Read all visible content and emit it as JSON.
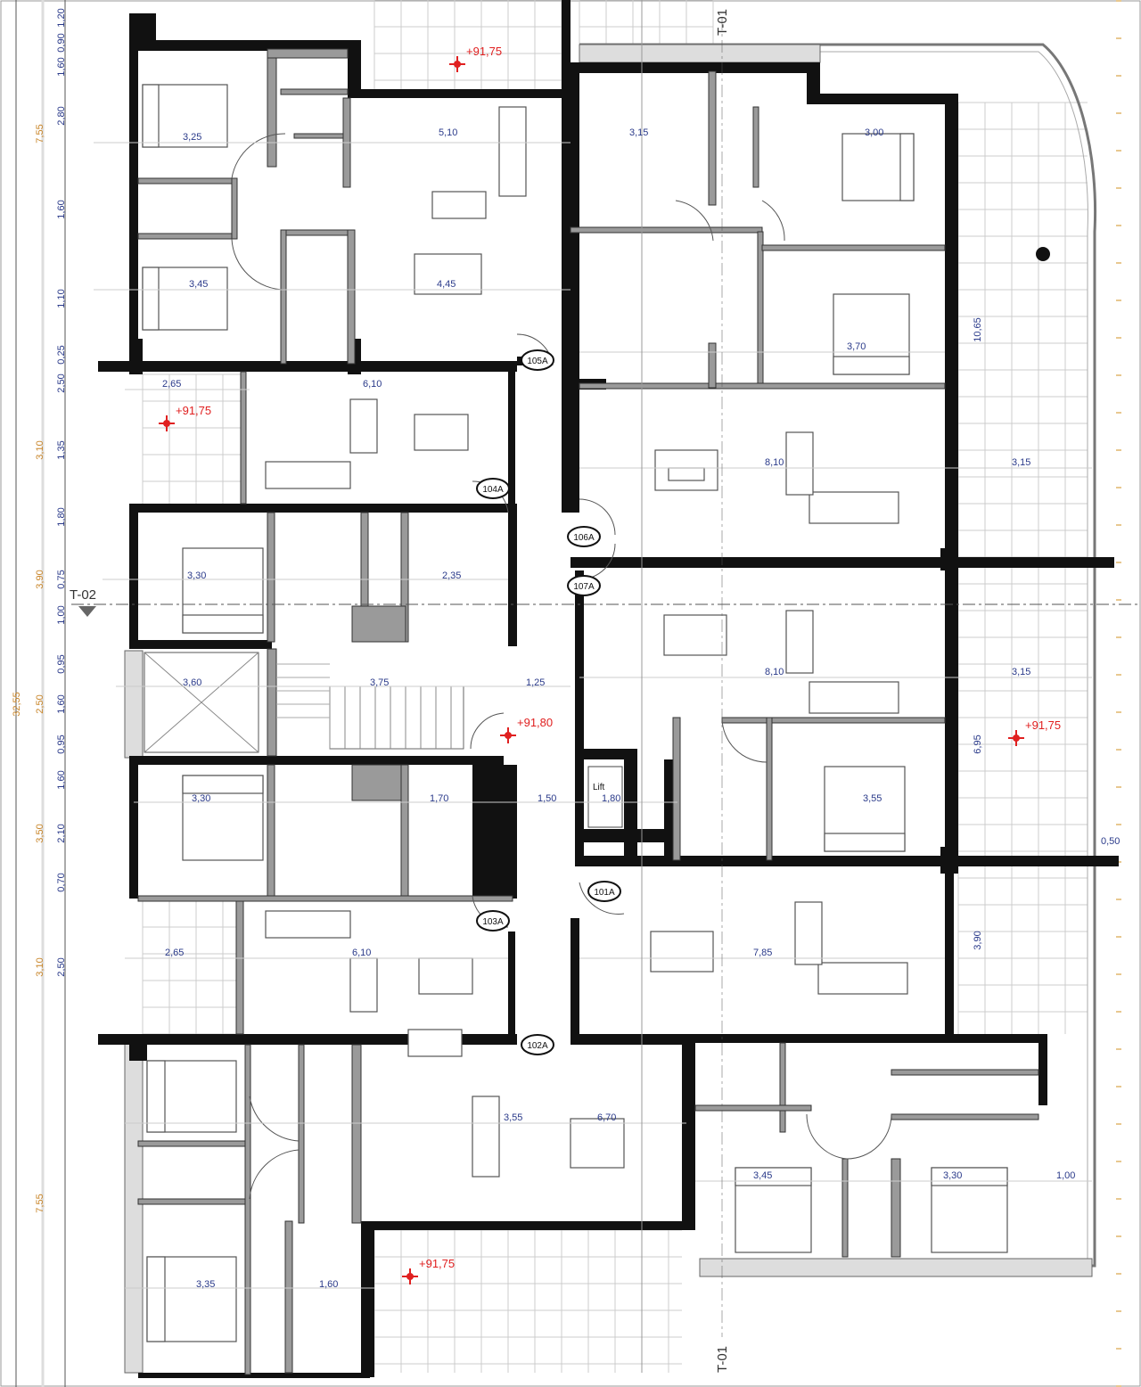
{
  "plan": {
    "elevations": [
      "+91,75",
      "+91,80"
    ],
    "unit_tags": [
      "105A",
      "104A",
      "106A",
      "107A",
      "101A",
      "103A",
      "102A"
    ],
    "section_marks": [
      "T-01",
      "T-02"
    ],
    "lift_label": "Lift",
    "dimensions_left_outer": [
      "7,55",
      "3,10",
      "3,90",
      "2,50",
      "3,50",
      "3,10",
      "7,55"
    ],
    "dimensions_total": "32,55",
    "dimensions_left_inner": [
      "1,20",
      "0,90",
      "1,60",
      "2,80",
      "1,60",
      "1,10",
      "0,25",
      "2,50",
      "1,35",
      "1,80",
      "0,75",
      "1,00",
      "0,95",
      "1,60",
      "0,95",
      "1,60",
      "2,10",
      "0,70",
      "2,50"
    ],
    "dimensions_room": [
      "3,25",
      "5,10",
      "3,45",
      "4,45",
      "2,65",
      "6,10",
      "3,30",
      "2,35",
      "3,15",
      "3,00",
      "3,70",
      "8,10",
      "3,15",
      "8,10",
      "3,15",
      "3,55",
      "3,30",
      "1,70",
      "1,50",
      "1,80",
      "1,25",
      "3,75",
      "3,60",
      "2,65",
      "6,10",
      "7,85",
      "3,55",
      "6,70",
      "3,45",
      "3,30",
      "3,35",
      "1,60",
      "1,00",
      "0,50"
    ],
    "dimensions_right": [
      "10,65",
      "6,95",
      "3,90"
    ],
    "colors": {
      "wall": "#111111",
      "partition": "#9a9a9a",
      "elevation_marker": "#e02020",
      "dimension_text": "#2a3a8a",
      "outer_dimension_text": "#c9862a"
    }
  }
}
